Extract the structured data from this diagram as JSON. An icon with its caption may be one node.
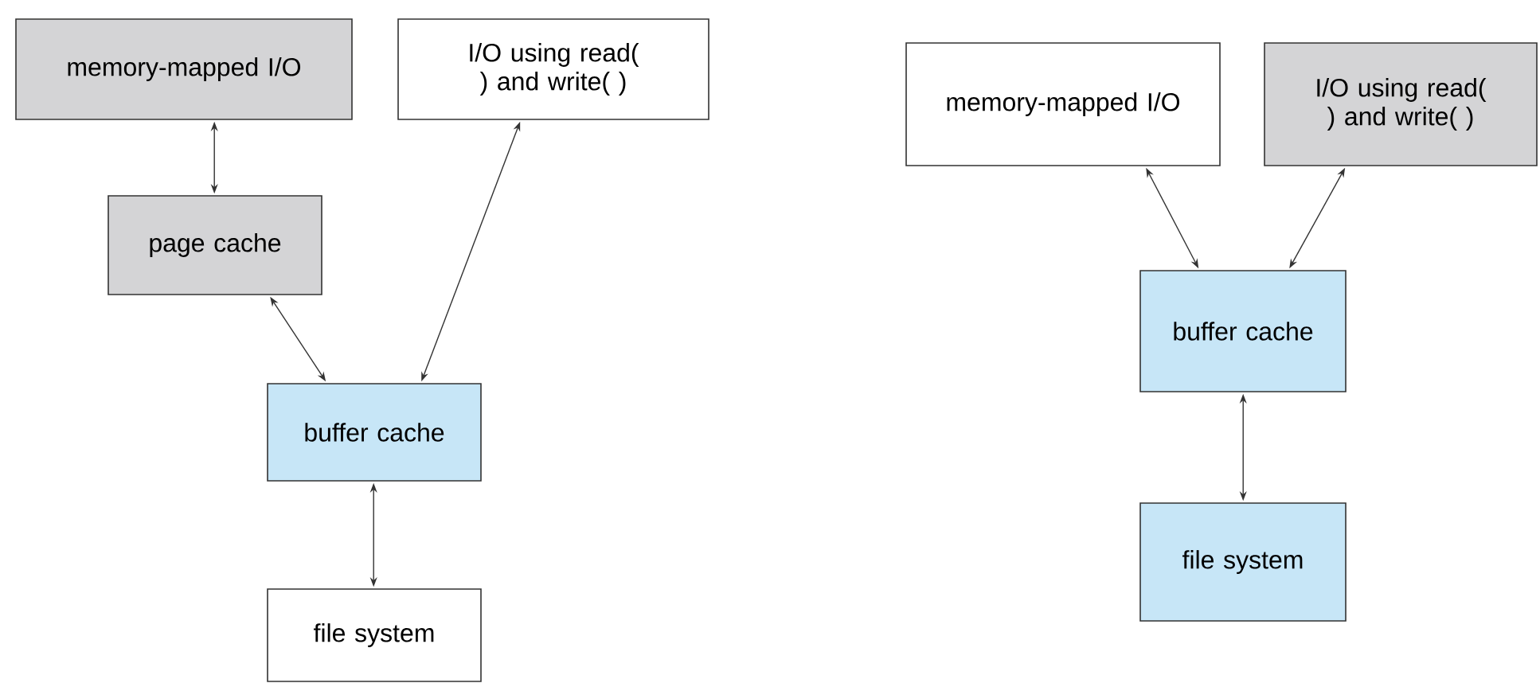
{
  "diagram": {
    "nodes": [
      {
        "text": [
          "memory-mapped I/O"
        ]
      },
      {
        "text": [
          "I/O using read( ) and write( )"
        ]
      },
      {
        "text": [
          "page cache"
        ]
      },
      {
        "text": [
          "buffer cache"
        ]
      },
      {
        "text": [
          "file system"
        ]
      },
      {
        "text": [
          "memory-mapped I/O"
        ]
      },
      {
        "text": [
          "I/O using read( ) and write( )"
        ]
      },
      {
        "text": [
          "buffer cache"
        ]
      },
      {
        "text": [
          "file system"
        ]
      }
    ],
    "edges": [
      {
        "from": 0,
        "to": 2,
        "arrow": "both"
      },
      {
        "from": 1,
        "to": 3,
        "arrow": "both"
      },
      {
        "from": 2,
        "to": 3,
        "arrow": "both"
      },
      {
        "from": 3,
        "to": 4,
        "arrow": "both"
      },
      {
        "from": 5,
        "to": 7,
        "arrow": "both"
      },
      {
        "from": 6,
        "to": 7,
        "arrow": "both"
      },
      {
        "from": 7,
        "to": 8,
        "arrow": "both"
      }
    ]
  }
}
